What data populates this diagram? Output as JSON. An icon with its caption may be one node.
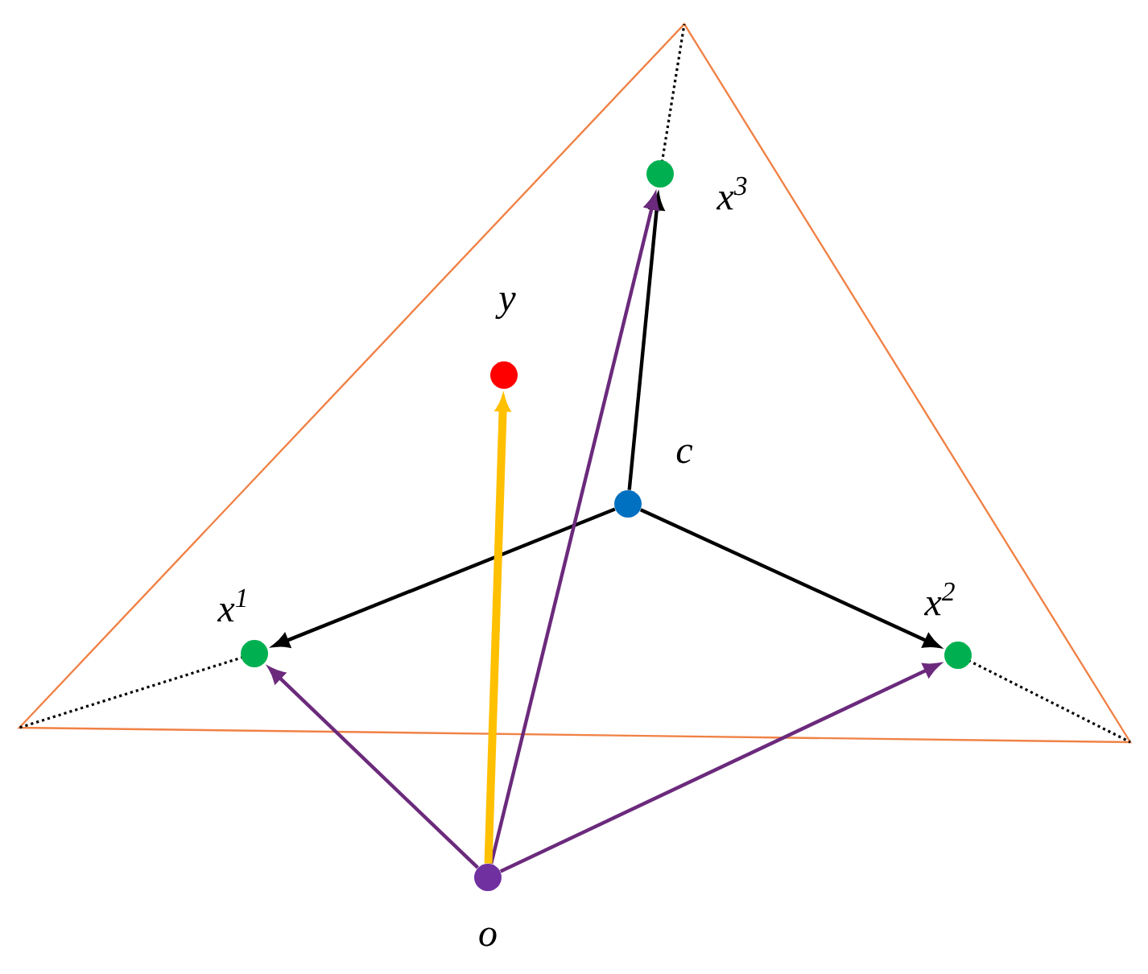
{
  "diagram": {
    "nodes": [
      {
        "text": [],
        "shape": "circle",
        "beside": [
          "x$^{3}$"
        ]
      },
      {
        "text": [],
        "shape": "circle",
        "beside": [
          "y"
        ]
      },
      {
        "text": [],
        "shape": "circle",
        "beside": [
          "c"
        ]
      },
      {
        "text": [],
        "shape": "circle",
        "beside": [
          "x$^{1}$"
        ]
      },
      {
        "text": [],
        "shape": "circle",
        "beside": [
          "x$^{2}$"
        ]
      },
      {
        "text": [],
        "shape": "circle",
        "beside": [
          "o"
        ]
      }
    ],
    "edges": [
      {
        "from": 2,
        "to": 0,
        "arrow": "to",
        "color": "#000000"
      },
      {
        "from": 2,
        "to": 3,
        "arrow": "to",
        "color": "#000000"
      },
      {
        "from": 2,
        "to": 4,
        "arrow": "to",
        "color": "#000000"
      },
      {
        "from": 5,
        "to": 0,
        "arrow": "to",
        "color": "#6b2a7c"
      },
      {
        "from": 5,
        "to": 3,
        "arrow": "to",
        "color": "#6b2a7c"
      },
      {
        "from": 5,
        "to": 4,
        "arrow": "to",
        "color": "#6b2a7c"
      },
      {
        "from": 5,
        "to": 1,
        "arrow": "to",
        "style": "thick",
        "color": "#ffc000"
      }
    ]
  }
}
